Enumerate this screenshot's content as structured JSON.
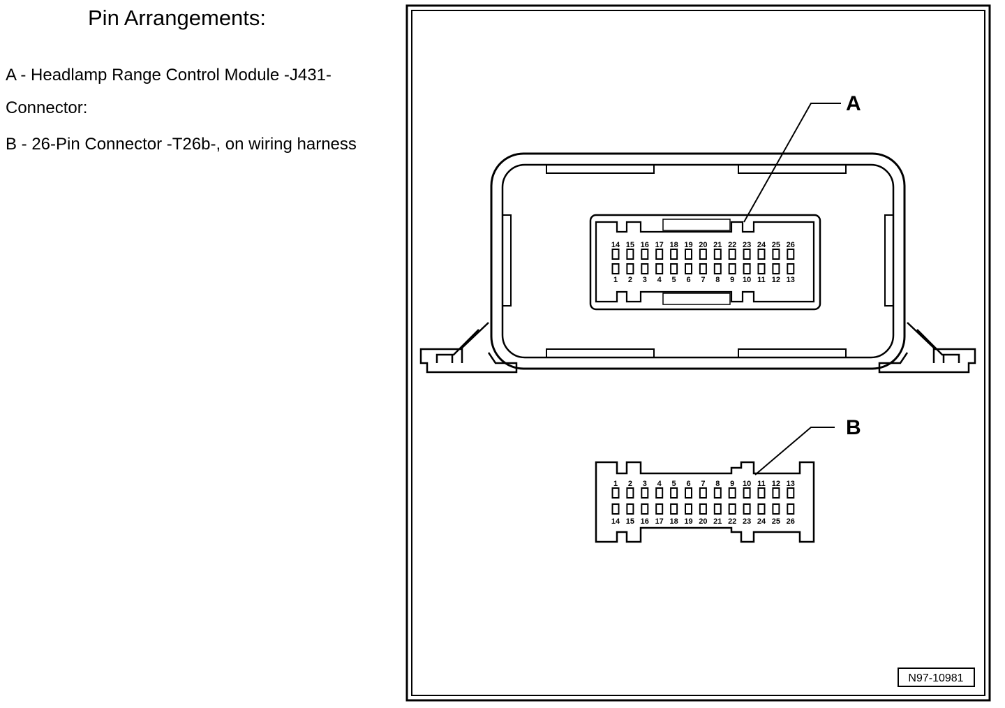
{
  "heading": "Pin Arrangements:",
  "legend": [
    "A - Headlamp Range Control Module -J431-",
    "Connector:",
    "B - 26-Pin Connector -T26b-, on wiring harness"
  ],
  "callouts": {
    "a": "A",
    "b": "B"
  },
  "pins": {
    "row_top_a": [
      "14",
      "15",
      "16",
      "17",
      "18",
      "19",
      "20",
      "21",
      "22",
      "23",
      "24",
      "25",
      "26"
    ],
    "row_bottom_a": [
      "1",
      "2",
      "3",
      "4",
      "5",
      "6",
      "7",
      "8",
      "9",
      "10",
      "11",
      "12",
      "13"
    ],
    "row_top_b": [
      "1",
      "2",
      "3",
      "4",
      "5",
      "6",
      "7",
      "8",
      "9",
      "10",
      "11",
      "12",
      "13"
    ],
    "row_bottom_b": [
      "14",
      "15",
      "16",
      "17",
      "18",
      "19",
      "20",
      "21",
      "22",
      "23",
      "24",
      "25",
      "26"
    ]
  },
  "ref_code": "N97-10981"
}
